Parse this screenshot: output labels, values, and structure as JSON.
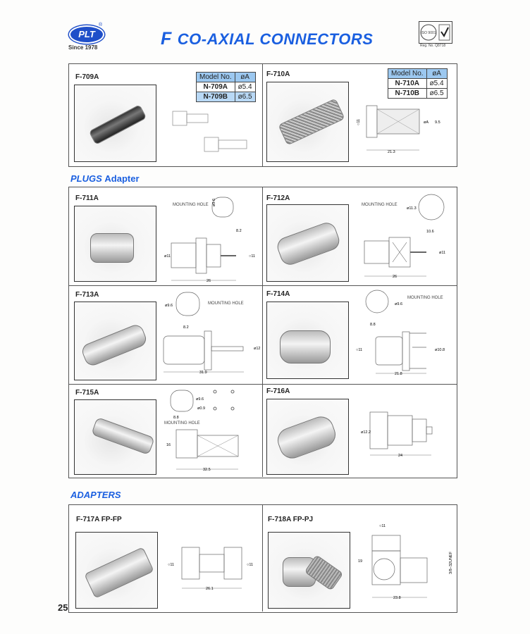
{
  "header": {
    "logo_text": "PLT",
    "registered": "®",
    "since": "Since 1978",
    "title_letter": "F",
    "title_rest": "CO-AXIAL CONNECTORS",
    "iso_badge": "ISO 9001",
    "reg_no": "Reg. No. Q8718"
  },
  "top": {
    "f709a": {
      "title": "F-709A",
      "table": {
        "col_model": "Model No.",
        "col_dia": "øA",
        "rows": [
          {
            "model": "N-709A",
            "dia": "ø5.4"
          },
          {
            "model": "N-709B",
            "dia": "ø6.5"
          }
        ]
      }
    },
    "f710a": {
      "title": "F-710A",
      "table": {
        "col_model": "Model No.",
        "col_dia": "øA",
        "rows": [
          {
            "model": "N-710A",
            "dia": "ø5.4"
          },
          {
            "model": "N-710B",
            "dia": "ø6.5"
          }
        ]
      },
      "dims": {
        "hex": "○11",
        "a": "øA",
        "b": "9.5",
        "len": "21.3"
      }
    }
  },
  "plugs_section": {
    "bold": "PLUGS",
    "rest": "Adapter"
  },
  "mounting_hole": "MOUNTING HOLE",
  "plugs": {
    "f711a": {
      "title": "F-711A",
      "hole_d": "ø9.6",
      "hole_w": "8.2",
      "d": "ø11",
      "hex": "○11",
      "len": "26"
    },
    "f712a": {
      "title": "F-712A",
      "hole_d": "ø11.3",
      "hole_w": "10.6",
      "d": "ø11",
      "len": "26"
    },
    "f713a": {
      "title": "F-713A",
      "hole_d": "ø9.6",
      "hole_w": "8.2",
      "d": "ø12",
      "len": "31.9"
    },
    "f714a": {
      "title": "F-714A",
      "hole_d": "ø9.6",
      "hole_w": "8.8",
      "hex": "○11",
      "d": "ø10.8",
      "len": "21.8"
    },
    "f715a": {
      "title": "F-715A",
      "hole_d": "ø9.6",
      "hole_w": "8.8",
      "pin": "ø0.9",
      "h": "16",
      "len": "32.5"
    },
    "f716a": {
      "title": "F-716A",
      "d": "ø12.2",
      "len": "24"
    }
  },
  "adapters_section": "ADAPTERS",
  "adapters": {
    "f717a": {
      "title": "F-717A  FP-FP",
      "hex1": "○11",
      "hex2": "○11",
      "len": "26.1"
    },
    "f718a": {
      "title": "F-718A  FP-PJ",
      "hex": "○11",
      "h": "19",
      "thread": "3/8−32UNEF",
      "len": "23.8"
    }
  },
  "page_number": "25"
}
